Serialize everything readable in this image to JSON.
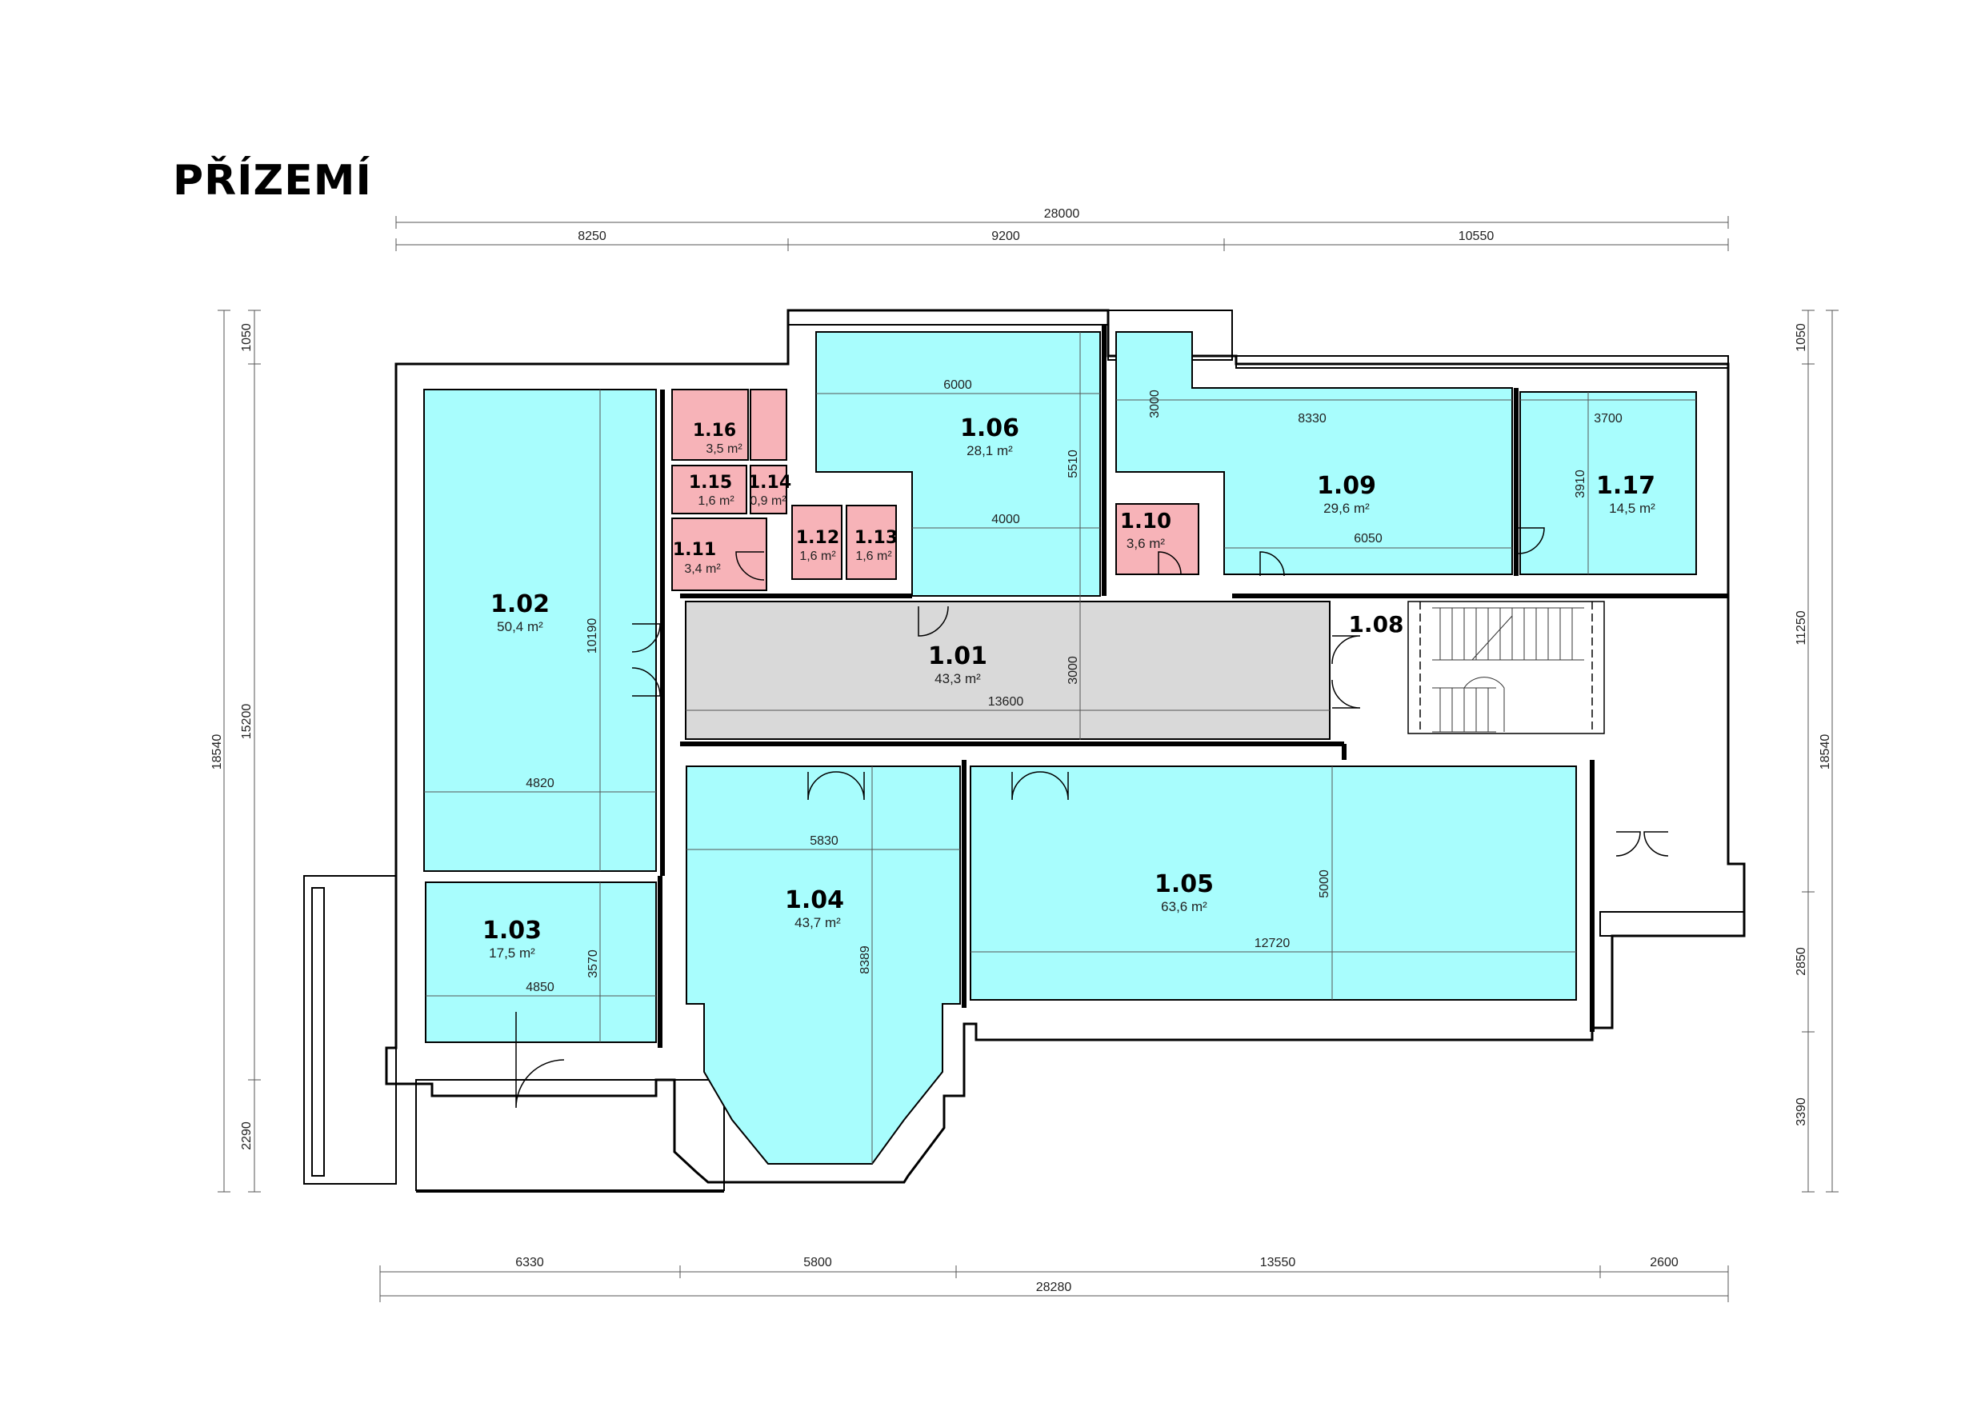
{
  "title": "PŘÍZEMÍ",
  "colors": {
    "office": "#a8fdfd",
    "sanitary": "#f7b3b8",
    "corridor": "#d9d9d9",
    "wall": "#000000",
    "dim_line": "#555555"
  },
  "rooms": [
    {
      "id": "1.01",
      "area": "43,3 m²",
      "type": "corridor"
    },
    {
      "id": "1.02",
      "area": "50,4 m²",
      "type": "office"
    },
    {
      "id": "1.03",
      "area": "17,5 m²",
      "type": "office"
    },
    {
      "id": "1.04",
      "area": "43,7 m²",
      "type": "office"
    },
    {
      "id": "1.05",
      "area": "63,6 m²",
      "type": "office"
    },
    {
      "id": "1.06",
      "area": "28,1 m²",
      "type": "office"
    },
    {
      "id": "1.08",
      "area": "",
      "type": "stair"
    },
    {
      "id": "1.09",
      "area": "29,6 m²",
      "type": "office"
    },
    {
      "id": "1.10",
      "area": "3,6 m²",
      "type": "sanitary"
    },
    {
      "id": "1.11",
      "area": "3,4 m²",
      "type": "sanitary"
    },
    {
      "id": "1.12",
      "area": "1,6 m²",
      "type": "sanitary"
    },
    {
      "id": "1.13",
      "area": "1,6 m²",
      "type": "sanitary"
    },
    {
      "id": "1.14",
      "area": "0,9 m²",
      "type": "sanitary"
    },
    {
      "id": "1.15",
      "area": "1,6 m²",
      "type": "sanitary"
    },
    {
      "id": "1.16",
      "area": "3,5 m²",
      "type": "sanitary"
    },
    {
      "id": "1.17",
      "area": "14,5 m²",
      "type": "office"
    }
  ],
  "dimensions": {
    "top_total": "28000",
    "top_segments": [
      "8250",
      "9200",
      "10550"
    ],
    "bottom_total": "28280",
    "bottom_segments": [
      "6330",
      "5800",
      "13550",
      "2600"
    ],
    "left_total": "18540",
    "left_segments": [
      "1050",
      "15200",
      "2290"
    ],
    "right_total": "18540",
    "right_segments": [
      "1050",
      "11250",
      "2850",
      "3390"
    ],
    "interior": [
      "6000",
      "5510",
      "4000",
      "8330",
      "3000",
      "6050",
      "3700",
      "3910",
      "10190",
      "4820",
      "13600",
      "3000",
      "5830",
      "8389",
      "4850",
      "3570",
      "5000",
      "12720"
    ]
  }
}
